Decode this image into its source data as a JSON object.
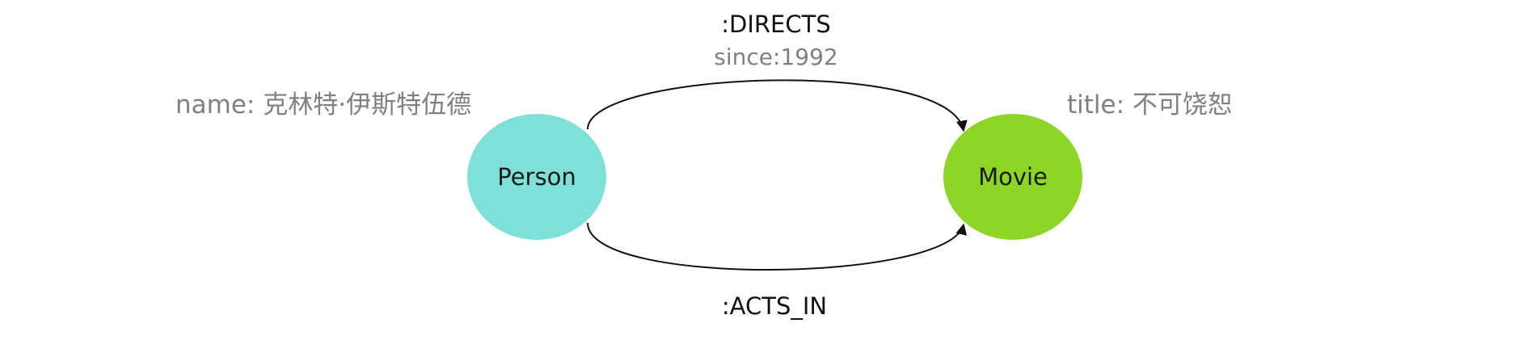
{
  "nodes": {
    "person": {
      "label": "Person",
      "color": "#7fdfd9"
    },
    "movie": {
      "label": "Movie",
      "color": "#8dd628"
    }
  },
  "properties": {
    "person_name": "name: 克林特·伊斯特伍德",
    "movie_title": "title: 不可饶恕"
  },
  "edges": {
    "directs": {
      "label": ":DIRECTS",
      "property": "since:1992"
    },
    "acts_in": {
      "label": ":ACTS_IN"
    }
  },
  "colors": {
    "edge": "#111111",
    "property_text": "#808080"
  }
}
